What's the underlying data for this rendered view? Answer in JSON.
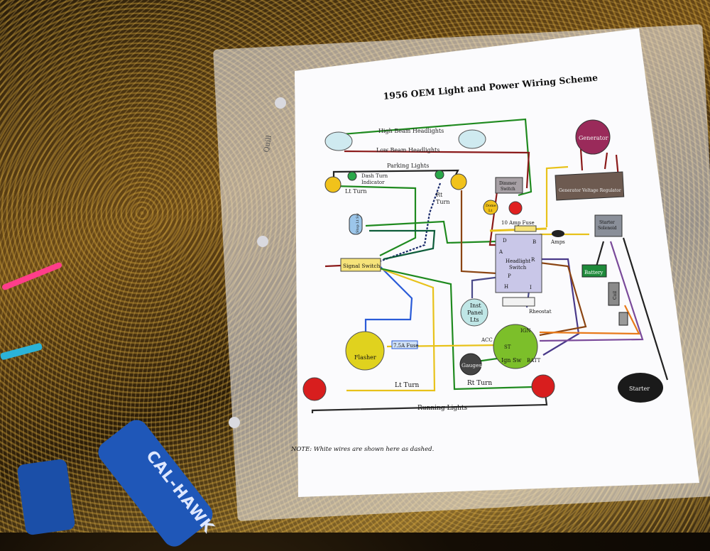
{
  "diagram": {
    "title": "1956 OEM Light and Power Wiring Scheme",
    "note": "NOTE:  White wires are shown here as dashed.",
    "brand": "Quill",
    "labels": {
      "high_beam": "High Beam Headlights",
      "low_beam": "Low Beam Headlights",
      "parking": "Parking Lights",
      "dash_turn": "Dash Turn",
      "indicator": "Indicator",
      "lt_turn_top": "Lt Turn",
      "rt_turn_top_1": "Rt",
      "rt_turn_top_2": "Turn",
      "dimmer_1": "Dimmer",
      "dimmer_2": "Switch",
      "dome_1": "Dome",
      "dome_2": "Lt",
      "fuse10": "10 Amp Fuse",
      "amps": "Amps",
      "generator": "Generator",
      "gen_reg": "Generator Voltage Regulator",
      "starter_sol_1": "Starter",
      "starter_sol_2": "Solenoid",
      "battery": "Battery",
      "coil": "Coil",
      "headlight_sw_1": "Headlight",
      "headlight_sw_2": "Switch",
      "rheostat": "Rheostat",
      "inst_1": "Inst",
      "inst_2": "Panel",
      "inst_3": "Lts",
      "signal_switch": "Signal Switch",
      "flasher": "Flasher",
      "fuse75": "7.5A Fuse",
      "gauges": "Gauges",
      "ign_sw": "Ign Sw",
      "acc": "ACC",
      "ign": "IGN",
      "st": "ST",
      "batt": "BATT",
      "lt_turn_bottom": "Lt  Turn",
      "rt_turn_bottom": "Rt  Turn",
      "running": "Running Lights",
      "starter": "Starter",
      "term_d": "D",
      "term_a": "A",
      "term_p": "P",
      "term_h": "H",
      "term_b": "B",
      "term_r": "R",
      "term_i": "I",
      "stop_sw": "Stop Lt Sw"
    }
  },
  "tool": {
    "label": "CAL-HAWK"
  }
}
